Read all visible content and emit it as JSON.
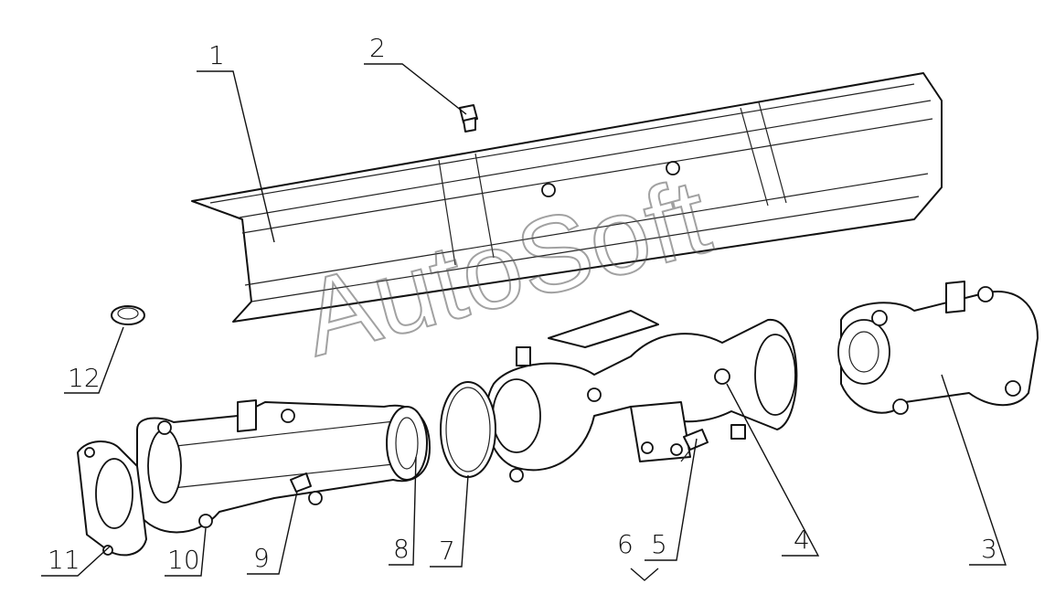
{
  "watermark": "AutoSoft",
  "callouts": [
    "1",
    "2",
    "3",
    "4",
    "5",
    "6",
    "7",
    "8",
    "9",
    "10",
    "11",
    "12"
  ]
}
